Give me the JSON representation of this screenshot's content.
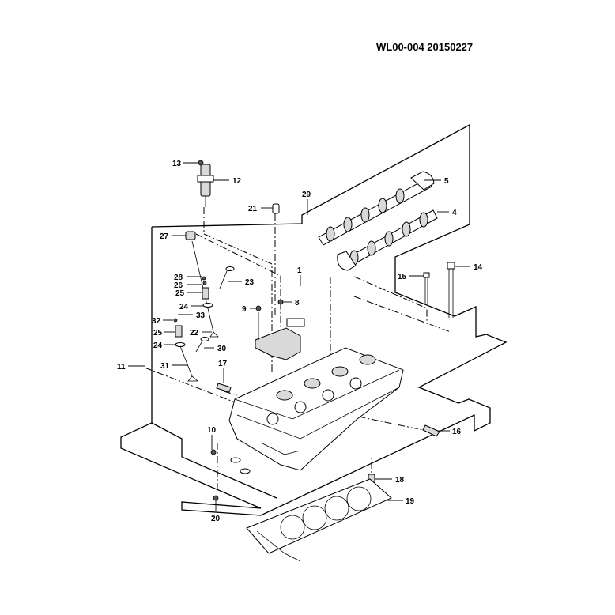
{
  "drawing": {
    "code": "WL00-004  20150227"
  },
  "callouts": [
    {
      "id": "c13",
      "text": "13"
    },
    {
      "id": "c12",
      "text": "12"
    },
    {
      "id": "c29",
      "text": "29"
    },
    {
      "id": "c5",
      "text": "5"
    },
    {
      "id": "c21",
      "text": "21"
    },
    {
      "id": "c4",
      "text": "4"
    },
    {
      "id": "c27",
      "text": "27"
    },
    {
      "id": "c14",
      "text": "14"
    },
    {
      "id": "c1",
      "text": "1"
    },
    {
      "id": "c15",
      "text": "15"
    },
    {
      "id": "c28",
      "text": "28"
    },
    {
      "id": "c26",
      "text": "26"
    },
    {
      "id": "c23",
      "text": "23"
    },
    {
      "id": "c25a",
      "text": "25"
    },
    {
      "id": "c24a",
      "text": "24"
    },
    {
      "id": "c9",
      "text": "9"
    },
    {
      "id": "c8",
      "text": "8"
    },
    {
      "id": "c33",
      "text": "33"
    },
    {
      "id": "c32",
      "text": "32"
    },
    {
      "id": "c25b",
      "text": "25"
    },
    {
      "id": "c22",
      "text": "22"
    },
    {
      "id": "c24b",
      "text": "24"
    },
    {
      "id": "c30",
      "text": "30"
    },
    {
      "id": "c11",
      "text": "11"
    },
    {
      "id": "c31",
      "text": "31"
    },
    {
      "id": "c17",
      "text": "17"
    },
    {
      "id": "c16",
      "text": "16"
    },
    {
      "id": "c10",
      "text": "10"
    },
    {
      "id": "c18",
      "text": "18"
    },
    {
      "id": "c19",
      "text": "19"
    },
    {
      "id": "c20",
      "text": "20"
    }
  ]
}
